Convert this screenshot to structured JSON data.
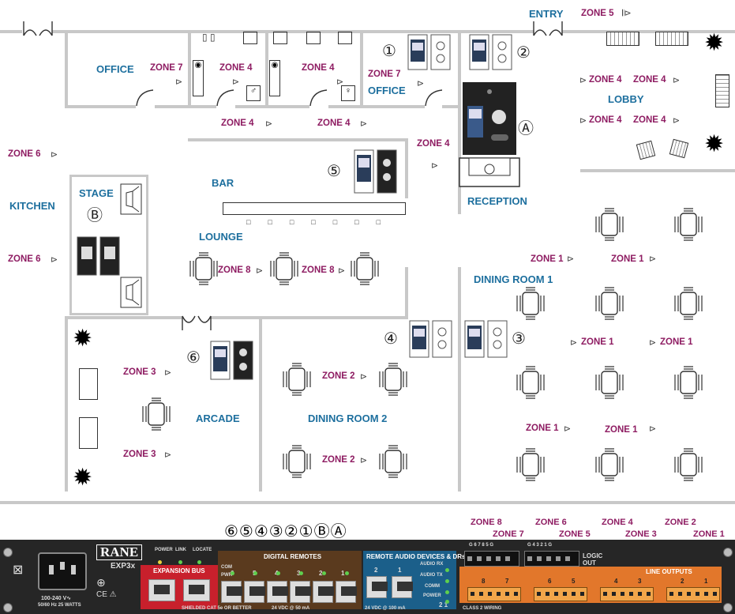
{
  "rooms": {
    "entry": "ENTRY",
    "office_left": "OFFICE",
    "office_right": "OFFICE",
    "lobby": "LOBBY",
    "reception": "RECEPTION",
    "kitchen": "KITCHEN",
    "stage": "STAGE",
    "bar": "BAR",
    "lounge": "LOUNGE",
    "dining1": "DINING ROOM 1",
    "dining2": "DINING ROOM 2",
    "arcade": "ARCADE"
  },
  "zones": {
    "z5_entry": "ZONE 5",
    "z7_office_left": "ZONE 7",
    "z4_rest1": "ZONE 4",
    "z4_rest2": "ZONE 4",
    "z7_office_right": "ZONE 7",
    "z4_lobby1": "ZONE 4",
    "z4_lobby2": "ZONE 4",
    "z4_lobby3": "ZONE 4",
    "z4_lobby4": "ZONE 4",
    "z4_hall1": "ZONE 4",
    "z4_hall2": "ZONE 4",
    "z6_upper": "ZONE 6",
    "z4_bar": "ZONE 4",
    "z6_lower": "ZONE 6",
    "z8_a": "ZONE 8",
    "z8_b": "ZONE 8",
    "z1_a": "ZONE 1",
    "z1_b": "ZONE 1",
    "z1_c": "ZONE 1",
    "z1_d": "ZONE 1",
    "z1_e": "ZONE 1",
    "z1_f": "ZONE 1",
    "z3_a": "ZONE 3",
    "z3_b": "ZONE 3",
    "z2_a": "ZONE 2",
    "z2_b": "ZONE 2"
  },
  "markers": {
    "m1": "①",
    "m2": "②",
    "mA": "Ⓐ",
    "m5": "⑤",
    "mB": "Ⓑ",
    "m4": "④",
    "m3": "③",
    "m6": "⑥"
  },
  "port_sequence": "⑥⑤④③②①ⒷⒶ",
  "rack": {
    "brand": "RANE",
    "model": "EXP3x",
    "power_spec_line1": "100-240 V∿",
    "power_spec_line2": "50/60 Hz 25 WATTS",
    "led_power": "POWER",
    "led_link": "LINK",
    "led_locate": "LOCATE",
    "expansion_bus": "EXPANSION BUS",
    "digital_remotes": "DIGITAL REMOTES",
    "dr_com": "COM",
    "dr_pwr": "PWR",
    "dr_ports": [
      "6",
      "5",
      "4",
      "3",
      "2",
      "1"
    ],
    "remote_audio": "REMOTE AUDIO DEVICES & DRs",
    "audio_rx": "AUDIO RX",
    "audio_tx": "AUDIO TX",
    "comm": "COMM",
    "power": "POWER",
    "ra_ports": [
      "2",
      "1"
    ],
    "ra_small": "2 1",
    "logic_out": "LOGIC OUT",
    "logic_pins": "G 6 7 8 5 G",
    "logic_pins2": "G 4 3 2 1 G",
    "line_outputs": "LINE OUTPUTS",
    "lo_ports": [
      "8",
      "7",
      "6",
      "5",
      "4",
      "3",
      "2",
      "1"
    ],
    "shielded": "SHIELDED CAT 5e OR BETTER",
    "vdc50": "24 VDC @ 50 mA",
    "vdc100": "24 VDC @ 100 mA",
    "class2": "CLASS 2 WIRING",
    "zone_top": [
      "ZONE 8",
      "ZONE 6",
      "ZONE 4",
      "ZONE 2"
    ],
    "zone_bottom": [
      "ZONE 7",
      "ZONE 5",
      "ZONE 3",
      "ZONE 1"
    ]
  },
  "colors": {
    "room_label": "#1d6f9e",
    "zone_label": "#8e1c62",
    "wall": "#c8c8c8",
    "expansion_red": "#c8202c",
    "digital_brown": "#5a3a1e",
    "remote_blue": "#1b5f8a",
    "line_orange": "#e2772b"
  },
  "icons": [
    "speaker-icon",
    "table-icon",
    "plant-icon",
    "wall-panel-icon",
    "restroom-icon",
    "door-icon",
    "ac-outlet-icon"
  ]
}
